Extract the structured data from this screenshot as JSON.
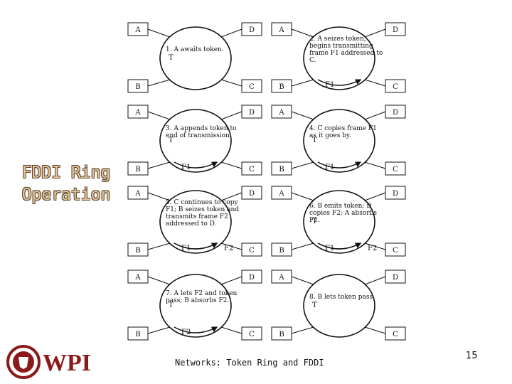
{
  "slide": {
    "title_line1": "FDDI Ring",
    "title_line2": "Operation",
    "footer": "Networks: Token Ring and FDDI",
    "page_number": "15",
    "logo_text": "WPI"
  },
  "panels": [
    {
      "step": "1. A awaits token.",
      "nodes": [
        "A",
        "D",
        "B",
        "C"
      ],
      "token_label": "T",
      "frame_labels": []
    },
    {
      "step": "2. A seizes token, begins transmitting frame F1 addressed to C.",
      "nodes": [
        "A",
        "D",
        "B",
        "C"
      ],
      "token_label": "",
      "frame_labels": [
        "F1"
      ]
    },
    {
      "step": "3. A appends token to end of transmission.",
      "nodes": [
        "A",
        "D",
        "B",
        "C"
      ],
      "token_label": "T",
      "frame_labels": [
        "F1"
      ]
    },
    {
      "step": "4. C copies frame F1 as it goes by.",
      "nodes": [
        "A",
        "D",
        "B",
        "C"
      ],
      "token_label": "T",
      "frame_labels": [
        "F1"
      ]
    },
    {
      "step": "5. C continues to copy F1; B seizes token and transmits frame F2 addressed to D.",
      "nodes": [
        "A",
        "D",
        "B",
        "C"
      ],
      "token_label": "",
      "frame_labels": [
        "F1",
        "F2"
      ]
    },
    {
      "step": "6. B emits token; D copies F2; A absorbs F1.",
      "nodes": [
        "A",
        "D",
        "B",
        "C"
      ],
      "token_label": "T",
      "frame_labels": [
        "F1",
        "F2"
      ]
    },
    {
      "step": "7. A lets F2 and token pass; B absorbs F2.",
      "nodes": [
        "A",
        "D",
        "B",
        "C"
      ],
      "token_label": "T",
      "frame_labels": [
        "F2"
      ]
    },
    {
      "step": "8. B lets token pass.",
      "nodes": [
        "A",
        "D",
        "B",
        "C"
      ],
      "token_label": "T",
      "frame_labels": []
    }
  ]
}
